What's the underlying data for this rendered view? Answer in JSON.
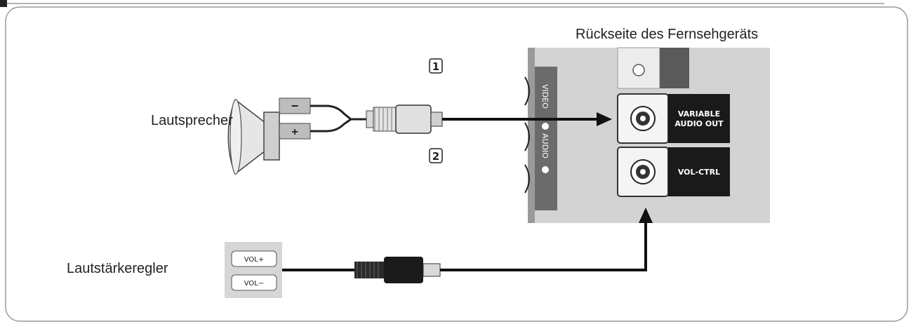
{
  "labels": {
    "tv_back": "Rückseite des Fernsehgeräts",
    "speaker": "Lautsprecher",
    "volume_control": "Lautstärkeregler"
  },
  "tv_panel": {
    "video_label": "VIDEO",
    "audio_label": "AUDIO",
    "variable_audio_out_line1": "VARIABLE",
    "variable_audio_out_line2": "AUDIO OUT",
    "vol_ctrl": "VOL-CTRL"
  },
  "speaker_terminals": {
    "minus": "−",
    "plus": "+"
  },
  "volume_buttons": {
    "vol_plus": "VOL+",
    "vol_minus": "VOL−"
  },
  "steps": {
    "step1": "1",
    "step2": "2"
  },
  "colors": {
    "frame_border": "#9a9a9a",
    "panel_gray": "#d3d3d3",
    "jack_label_bg": "#1a1a1a",
    "cable": "#111111"
  }
}
